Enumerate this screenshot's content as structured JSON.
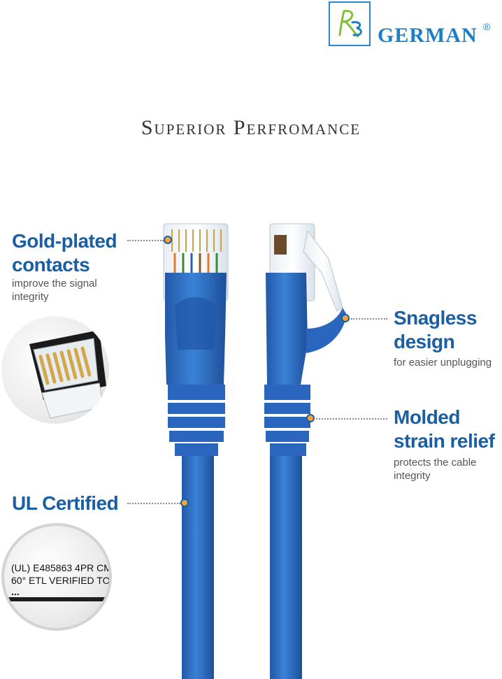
{
  "brand": {
    "logo_monogram": "R3",
    "name": "GERMAN",
    "registered": "®",
    "accent": "#1f7fc6"
  },
  "page": {
    "title": "Superior Perfromance"
  },
  "features": {
    "gold": {
      "heading_line1": "Gold-plated",
      "heading_line2": "contacts",
      "sub_line1": "improve the signal",
      "sub_line2": "integrity"
    },
    "snagless": {
      "heading_line1": "Snagless",
      "heading_line2": "design",
      "sub_line1": "for easier unplugging"
    },
    "molded": {
      "heading_line1": "Molded",
      "heading_line2": "strain relief",
      "sub_line1": "protects the cable",
      "sub_line2": "integrity"
    },
    "ul": {
      "heading_line1": "UL Certified"
    }
  },
  "cable_print": {
    "line1": "(UL) E485863 4PR CM",
    "line2": "60°  ETL VERIFIED TO",
    "line3": "..."
  },
  "colors": {
    "cable_blue": "#2f6fc6",
    "heading_blue": "#1a5ea3",
    "marker_orange": "#f2a33a"
  },
  "icons": [
    "rj45-connector-left",
    "rj45-connector-right",
    "gold-contacts-closeup",
    "cable-jacket-closeup"
  ]
}
